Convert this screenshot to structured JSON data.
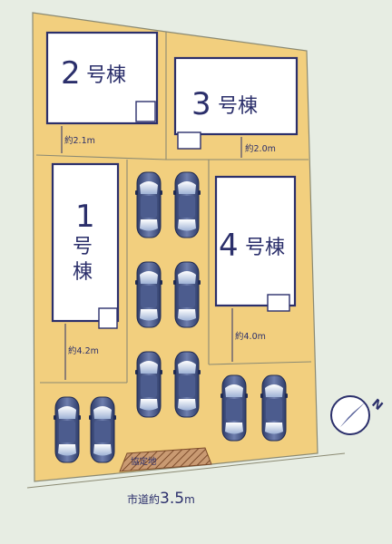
{
  "map": {
    "houses": [
      {
        "id": "house-2",
        "label_num": "2",
        "label_suffix": "号棟"
      },
      {
        "id": "house-3",
        "label_num": "3",
        "label_suffix": "号棟"
      },
      {
        "id": "house-1",
        "label_num": "1",
        "label_suffix_a": "号",
        "label_suffix_b": "棟"
      },
      {
        "id": "house-4",
        "label_num": "4",
        "label_suffix": "号棟"
      }
    ],
    "dimensions": {
      "house2_gap": "約2.1m",
      "house3_gap": "約2.0m",
      "house1_gap": "約4.2m",
      "house4_gap": "約4.0m"
    },
    "agreement_area": "協定地",
    "road": {
      "prefix": "市道約",
      "value": "3.5",
      "unit": "m"
    },
    "compass": {
      "letter": "N",
      "icon": "compass-north-icon"
    },
    "colors": {
      "lot": "#f2cf7e",
      "lot_border": "#8b8a73",
      "house_border": "#2b2f6b",
      "text": "#2b2f6b",
      "car": "#3a4a7a",
      "agreement": "#8a5a3a",
      "background": "#e7ede3"
    }
  }
}
